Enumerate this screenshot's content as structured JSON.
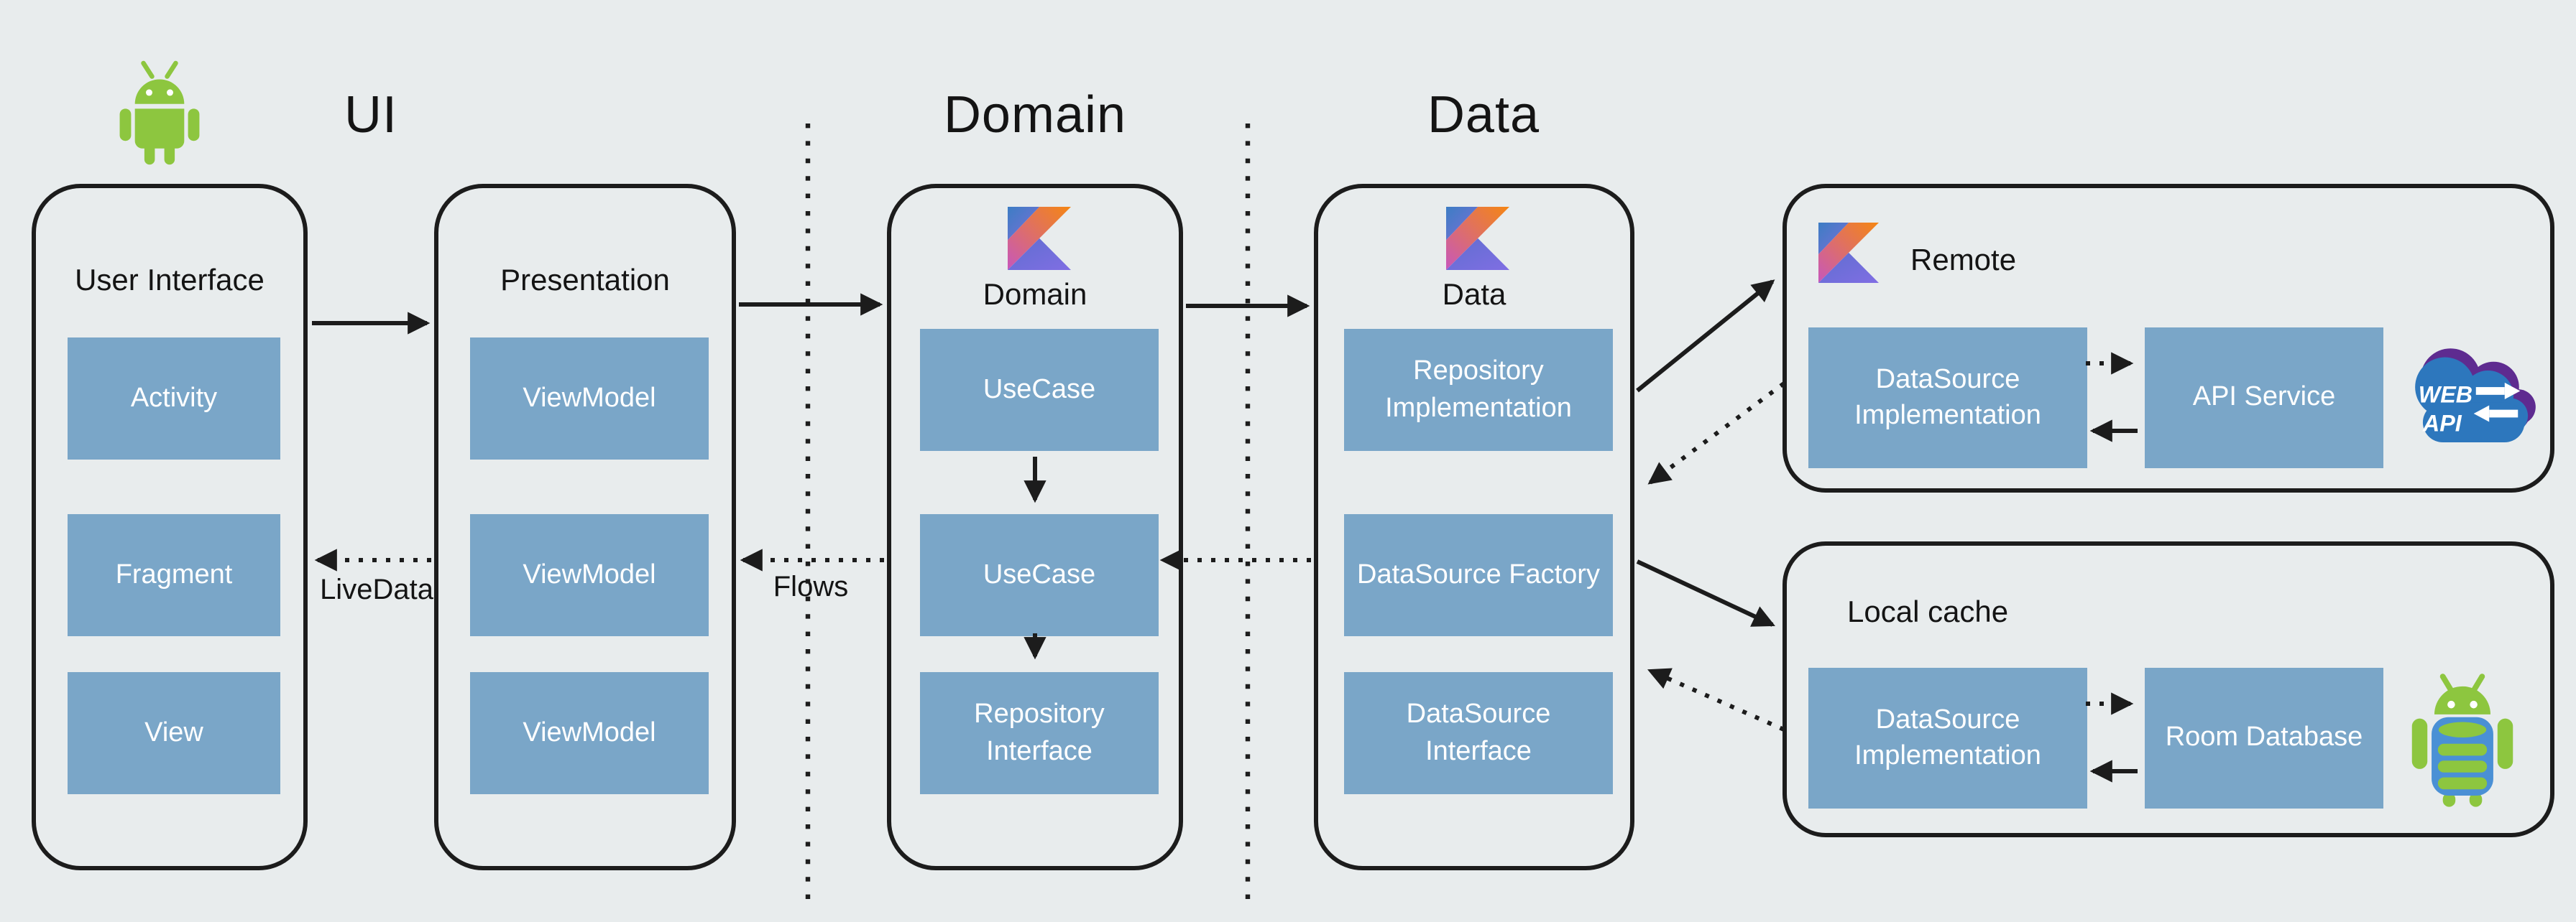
{
  "headings": {
    "ui": "UI",
    "domain": "Domain",
    "data": "Data"
  },
  "arrow_labels": {
    "livedata": "LiveData",
    "flows": "Flows"
  },
  "panels": {
    "user_interface": {
      "title": "User Interface",
      "boxes": [
        "Activity",
        "Fragment",
        "View"
      ]
    },
    "presentation": {
      "title": "Presentation",
      "boxes": [
        "ViewModel",
        "ViewModel",
        "ViewModel"
      ]
    },
    "domain": {
      "title": "Domain",
      "boxes": [
        "UseCase",
        "UseCase",
        "Repository Interface"
      ]
    },
    "data": {
      "title": "Data",
      "boxes": [
        "Repository Implementation",
        "DataSource Factory",
        "DataSource Interface"
      ]
    },
    "remote": {
      "title": "Remote",
      "boxes": [
        "DataSource Implementation",
        "API Service"
      ]
    },
    "local_cache": {
      "title": "Local cache",
      "boxes": [
        "DataSource Implementation",
        "Room Database"
      ]
    }
  },
  "cloud": {
    "line1": "WEB",
    "line2": "API"
  },
  "icons": {
    "android": "android-icon",
    "kotlin": "kotlin-icon",
    "web_api": "web-api-cloud-icon",
    "room": "room-database-icon"
  },
  "colors": {
    "background": "#e8eced",
    "box_fill": "#7aa6c8",
    "outline": "#1c1c1c",
    "android_green": "#8dc63f",
    "room_blue": "#4a90d5",
    "cloud_blue": "#2d77bd",
    "cloud_purple": "#5e2b90",
    "kotlin_blue": "#3c7dc4",
    "kotlin_orange": "#f58613",
    "kotlin_pink": "#c757bc",
    "kotlin_purple": "#806ee3",
    "text_dark": "#141414"
  }
}
